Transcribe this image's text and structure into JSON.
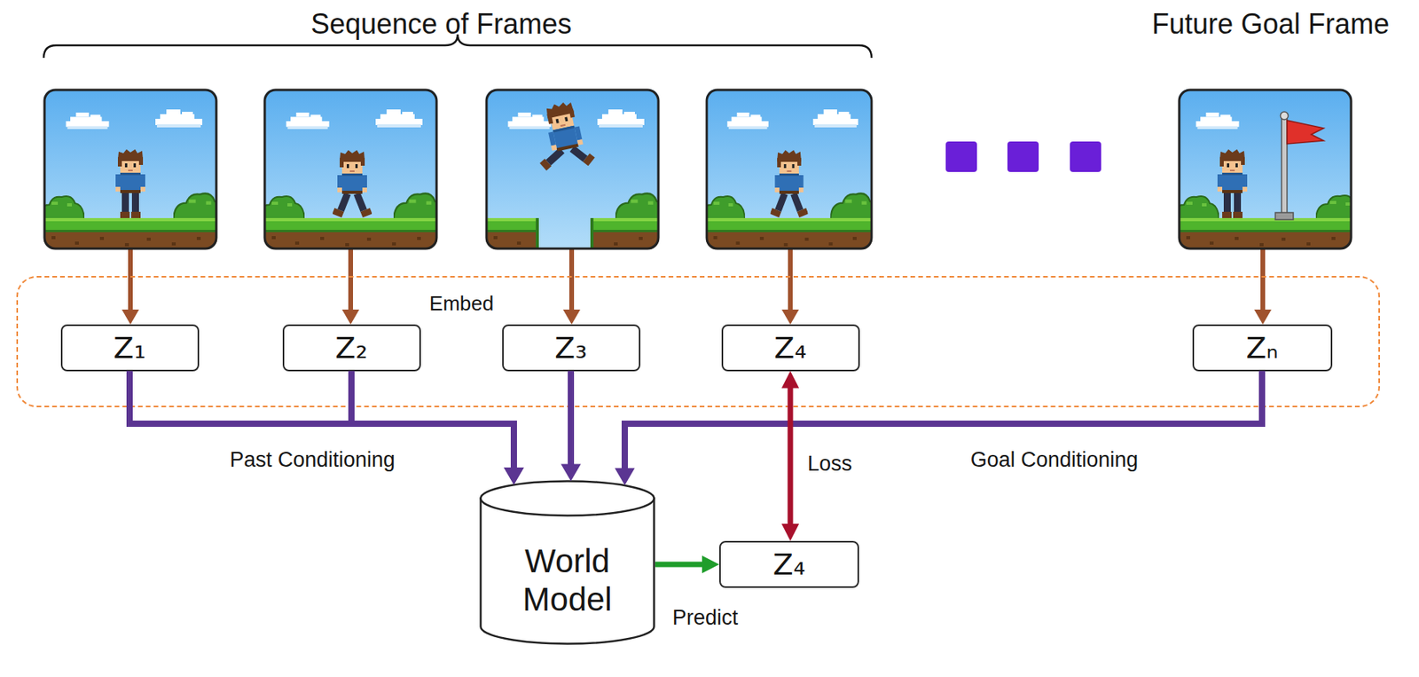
{
  "diagram": {
    "nodes": [
      {
        "text": [
          "Embed"
        ]
      },
      {
        "text": [
          "Z₁"
        ],
        "in": 0
      },
      {
        "text": [
          "Z₂"
        ],
        "in": 0
      },
      {
        "text": [
          "Z₃"
        ],
        "in": 0
      },
      {
        "text": [
          "Z₄"
        ],
        "in": 0
      },
      {
        "text": [
          "Zₙ"
        ],
        "in": 0
      },
      {
        "text": [
          "World Model"
        ]
      },
      {
        "text": [
          "Z₄"
        ]
      }
    ],
    "edges": [
      {
        "from": 1,
        "to": 6,
        "arrow": "to",
        "label": "Past Conditioning"
      },
      {
        "from": 2,
        "to": 6,
        "arrow": "to"
      },
      {
        "from": 3,
        "to": 6,
        "arrow": "to"
      },
      {
        "from": 5,
        "to": 6,
        "arrow": "to",
        "label": "Goal Conditioning"
      },
      {
        "from": 6,
        "to": 7,
        "arrow": "to",
        "label": "Predict"
      },
      {
        "from": 4,
        "to": 7,
        "arrow": "both",
        "label": "Loss"
      }
    ],
    "labels": [
      "Sequence of Frames",
      "Future Goal Frame"
    ]
  }
}
